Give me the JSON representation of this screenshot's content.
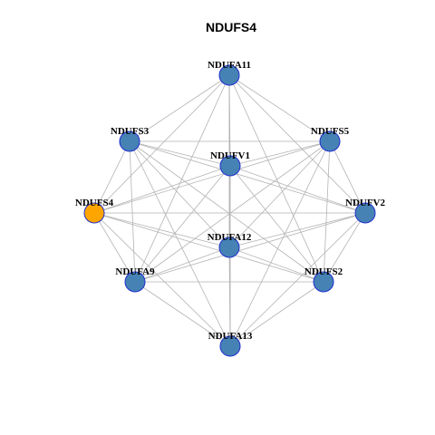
{
  "title": "NDUFS4",
  "colors": {
    "default_node": "#4682b4",
    "highlight_node": "#ffa500",
    "edge": "#b3b3b3",
    "node_border": "#1f2fd0"
  },
  "nodes": [
    {
      "id": "NDUFA11",
      "label": "NDUFA11",
      "highlight": false
    },
    {
      "id": "NDUFS3",
      "label": "NDUFS3",
      "highlight": false
    },
    {
      "id": "NDUFS5",
      "label": "NDUFS5",
      "highlight": false
    },
    {
      "id": "NDUFV1",
      "label": "NDUFV1",
      "highlight": false
    },
    {
      "id": "NDUFS4",
      "label": "NDUFS4",
      "highlight": true
    },
    {
      "id": "NDUFV2",
      "label": "NDUFV2",
      "highlight": false
    },
    {
      "id": "NDUFA12",
      "label": "NDUFA12",
      "highlight": false
    },
    {
      "id": "NDUFA9",
      "label": "NDUFA9",
      "highlight": false
    },
    {
      "id": "NDUFS2",
      "label": "NDUFS2",
      "highlight": false
    },
    {
      "id": "NDUFA13",
      "label": "NDUFA13",
      "highlight": false
    }
  ],
  "edges": "all-pairs"
}
